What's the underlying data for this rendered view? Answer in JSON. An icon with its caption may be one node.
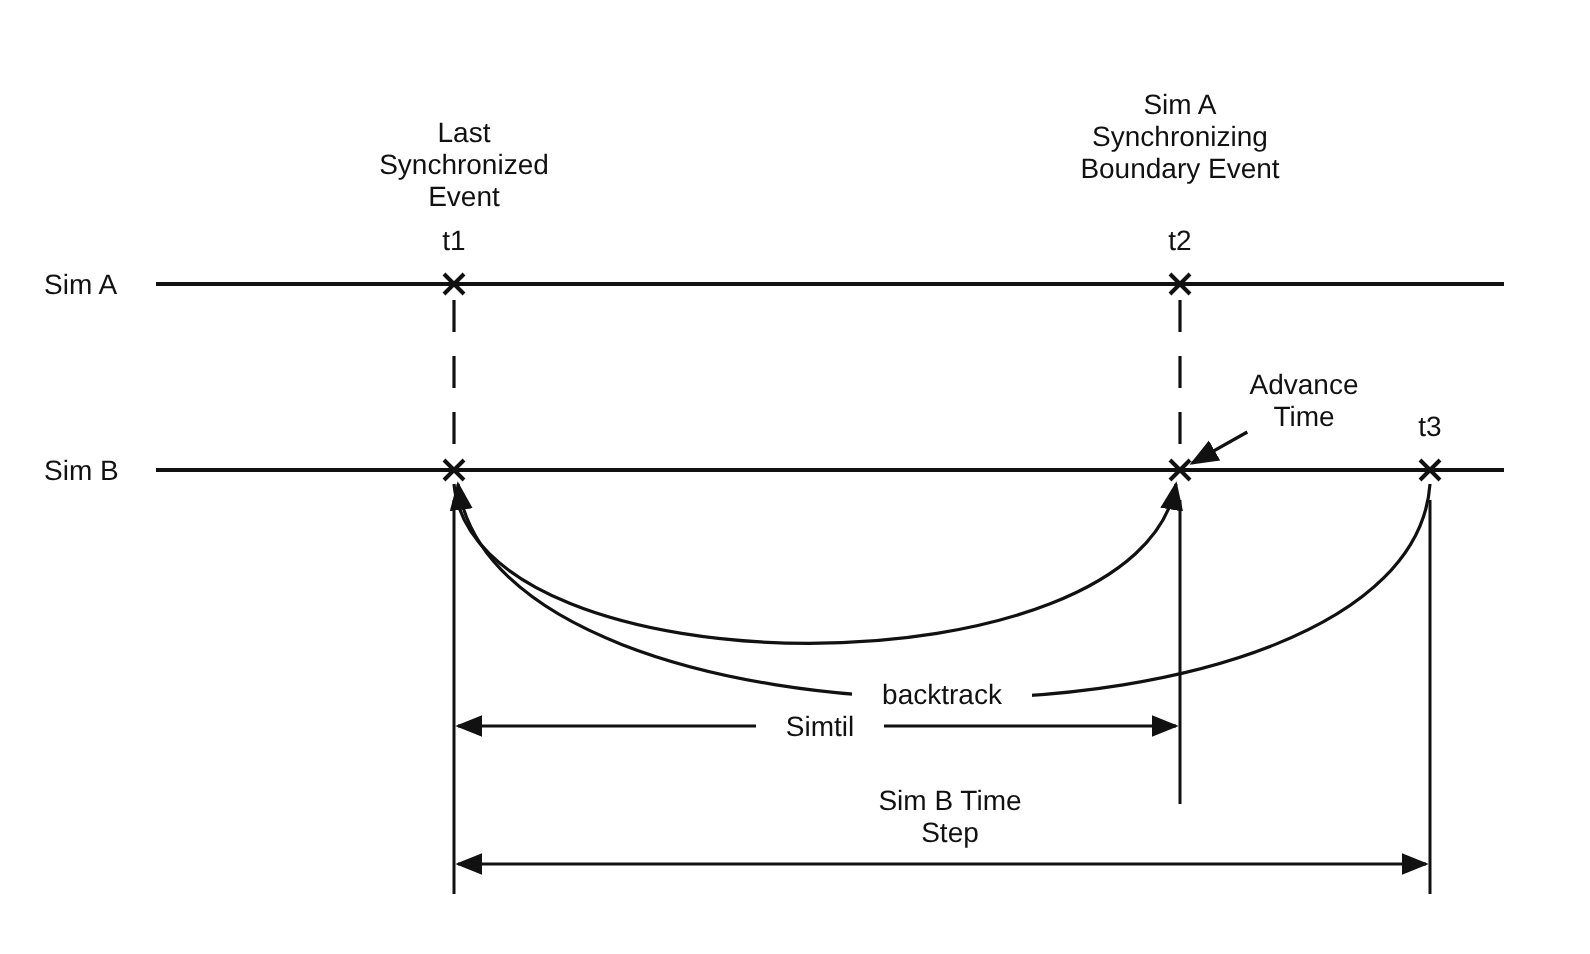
{
  "diagram": {
    "nodes": [
      {
        "text": [
          "t1"
        ]
      },
      {
        "text": [
          "t2"
        ]
      },
      {
        "text": [],
        "shape": "cross"
      },
      {
        "text": [],
        "shape": "cross"
      },
      {
        "text": [
          "t3"
        ]
      },
      {
        "text": [
          "Advance Time"
        ]
      }
    ],
    "edges": [
      {
        "from": 0,
        "to": 2,
        "arrow": "none",
        "style": "dashed"
      },
      {
        "from": 1,
        "to": 3,
        "arrow": "none",
        "style": "dashed"
      },
      {
        "from": 2,
        "to": 3,
        "arrow": "to"
      },
      {
        "from": 4,
        "to": 2,
        "arrow": "to",
        "label": "backtrack"
      },
      {
        "from": 5,
        "to": 3,
        "arrow": "to"
      }
    ],
    "labels": [
      "Last Synchronized Event",
      "Sim A Synchronizing Boundary Event",
      "Sim A",
      "Sim B",
      "Simtil",
      "Sim B Time Step"
    ]
  }
}
